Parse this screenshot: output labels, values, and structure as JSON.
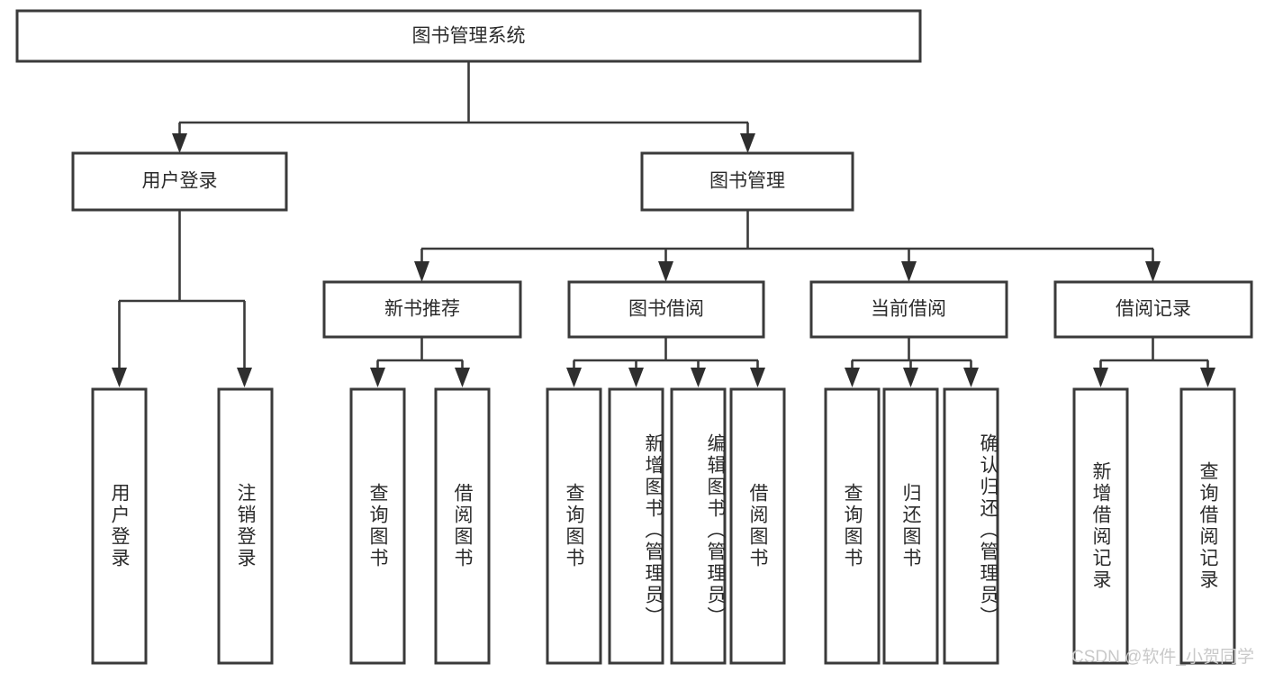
{
  "diagram": {
    "type": "tree-hierarchy",
    "title": "图书管理系统",
    "orientation": "top-down",
    "colors": {
      "node_fill": "#ffffff",
      "node_stroke": "#3a3a3a",
      "connector": "#3a3a3a",
      "text": "#2b2b2b",
      "background": "#ffffff",
      "watermark": "#c9c9c9"
    },
    "root": {
      "label": "图书管理系统"
    },
    "level2": [
      {
        "label": "用户登录"
      },
      {
        "label": "图书管理"
      }
    ],
    "level3": [
      {
        "label": "新书推荐"
      },
      {
        "label": "图书借阅"
      },
      {
        "label": "当前借阅"
      },
      {
        "label": "借阅记录"
      }
    ],
    "leaves": {
      "user_login": [
        {
          "label": "用户登录"
        },
        {
          "label": "注销登录"
        }
      ],
      "new_book_recommend": [
        {
          "label": "查询图书"
        },
        {
          "label": "借阅图书"
        }
      ],
      "book_borrow": [
        {
          "label": "查询图书"
        },
        {
          "label": "新增图书（管理员）"
        },
        {
          "label": "编辑图书（管理员）"
        },
        {
          "label": "借阅图书"
        }
      ],
      "current_borrow": [
        {
          "label": "查询图书"
        },
        {
          "label": "归还图书"
        },
        {
          "label": "确认归还（管理员）"
        }
      ],
      "borrow_record": [
        {
          "label": "新增借阅记录"
        },
        {
          "label": "查询借阅记录"
        }
      ]
    }
  },
  "watermark": {
    "text": "CSDN @软件_小贺同学"
  }
}
